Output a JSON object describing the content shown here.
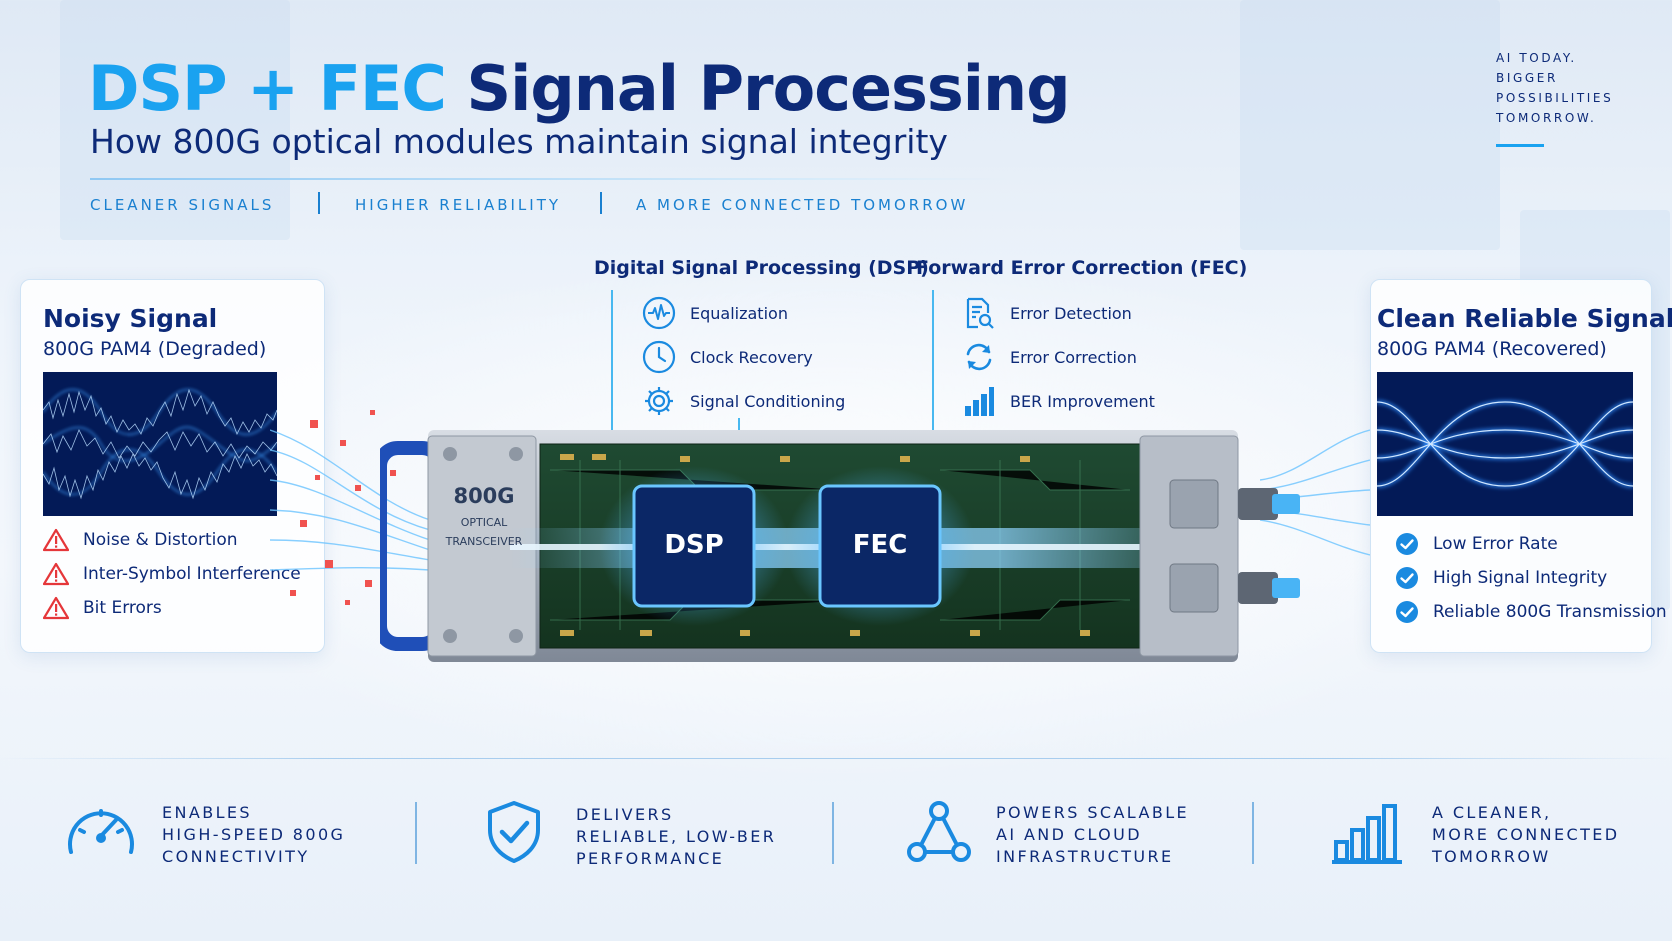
{
  "header": {
    "title_accent": "DSP + FEC",
    "title_main": "Signal Processing",
    "subtitle": "How 800G optical modules maintain signal integrity",
    "taglines": [
      "CLEANER SIGNALS",
      "HIGHER RELIABILITY",
      "A MORE CONNECTED TOMORROW"
    ]
  },
  "corner": {
    "lines": [
      "AI TODAY.",
      "BIGGER",
      "POSSIBILITIES",
      "TOMORROW."
    ]
  },
  "left_card": {
    "title": "Noisy Signal",
    "subtitle": "800G PAM4 (Degraded)",
    "items": [
      {
        "icon": "warning-icon",
        "label": "Noise & Distortion"
      },
      {
        "icon": "warning-icon",
        "label": "Inter-Symbol Interference"
      },
      {
        "icon": "warning-icon",
        "label": "Bit Errors"
      }
    ]
  },
  "right_card": {
    "title": "Clean Reliable Signal",
    "subtitle": "800G PAM4 (Recovered)",
    "items": [
      {
        "icon": "check-circle-icon",
        "label": "Low Error Rate"
      },
      {
        "icon": "check-circle-icon",
        "label": "High Signal Integrity"
      },
      {
        "icon": "check-circle-icon",
        "label": "Reliable 800G Transmission"
      }
    ]
  },
  "dsp": {
    "title": "Digital Signal Processing (DSP)",
    "features": [
      {
        "icon": "waveform-icon",
        "label": "Equalization"
      },
      {
        "icon": "clock-icon",
        "label": "Clock Recovery"
      },
      {
        "icon": "gear-icon",
        "label": "Signal Conditioning"
      }
    ]
  },
  "fec": {
    "title": "Forward Error Correction (FEC)",
    "features": [
      {
        "icon": "document-search-icon",
        "label": "Error Detection"
      },
      {
        "icon": "refresh-icon",
        "label": "Error Correction"
      },
      {
        "icon": "bar-chart-icon",
        "label": "BER Improvement"
      }
    ]
  },
  "module": {
    "label_big": "800G",
    "label_line1": "OPTICAL",
    "label_line2": "TRANSCEIVER",
    "chip_dsp": "DSP",
    "chip_fec": "FEC"
  },
  "footer": [
    {
      "icon": "speedometer-icon",
      "lines": [
        "ENABLES",
        "HIGH-SPEED 800G",
        "CONNECTIVITY"
      ]
    },
    {
      "icon": "shield-check-icon",
      "lines": [
        "DELIVERS",
        "RELIABLE, LOW-BER",
        "PERFORMANCE"
      ]
    },
    {
      "icon": "network-nodes-icon",
      "lines": [
        "POWERS SCALABLE",
        "AI AND CLOUD",
        "INFRASTRUCTURE"
      ]
    },
    {
      "icon": "bar-chart-icon",
      "lines": [
        "A CLEANER,",
        "MORE CONNECTED",
        "TOMORROW"
      ]
    }
  ],
  "colors": {
    "navy": "#0d2a78",
    "accent": "#1aa2f0",
    "warning": "#e5373a",
    "check": "#1a8ae0"
  }
}
